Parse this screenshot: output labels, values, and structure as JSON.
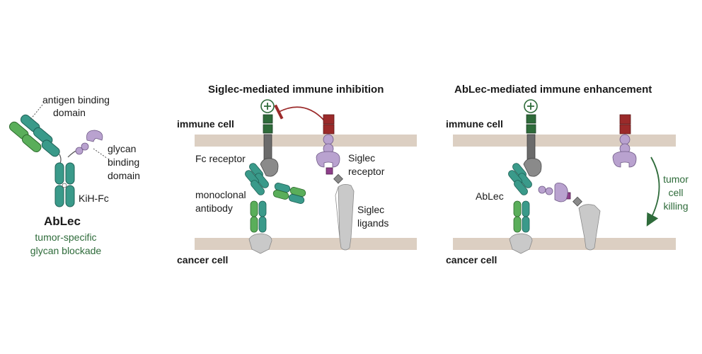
{
  "left_panel": {
    "antigen_label_line1": "antigen binding",
    "antigen_label_line2": "domain",
    "glycan_label_line1": "glycan",
    "glycan_label_line2": "binding",
    "glycan_label_line3": "domain",
    "kih_label": "KiH-Fc",
    "name": "AbLec",
    "subtitle_line1": "tumor-specific",
    "subtitle_line2": "glycan blockade"
  },
  "middle_panel": {
    "title": "Siglec-mediated immune inhibition",
    "immune_cell": "immune cell",
    "cancer_cell": "cancer cell",
    "fc_receptor": "Fc receptor",
    "monoclonal_line1": "monoclonal",
    "monoclonal_line2": "antibody",
    "siglec_receptor_line1": "Siglec",
    "siglec_receptor_line2": "receptor",
    "siglec_ligands_line1": "Siglec",
    "siglec_ligands_line2": "ligands",
    "plus_symbol": "+"
  },
  "right_panel": {
    "title": "AbLec-mediated immune enhancement",
    "immune_cell": "immune cell",
    "cancer_cell": "cancer cell",
    "ablec_label": "AbLec",
    "killing_line1": "tumor",
    "killing_line2": "cell",
    "killing_line3": "killing",
    "plus_symbol": "+"
  },
  "colors": {
    "membrane": "#dccfc2",
    "teal": "#3a9a8a",
    "green": "#5aae5a",
    "dark_green": "#2e6b3a",
    "lilac": "#b9a2cf",
    "magenta": "#8e3f8a",
    "dark_red": "#9b2a2a",
    "gray": "#8a8a8a",
    "light_gray": "#c9c9c9"
  }
}
